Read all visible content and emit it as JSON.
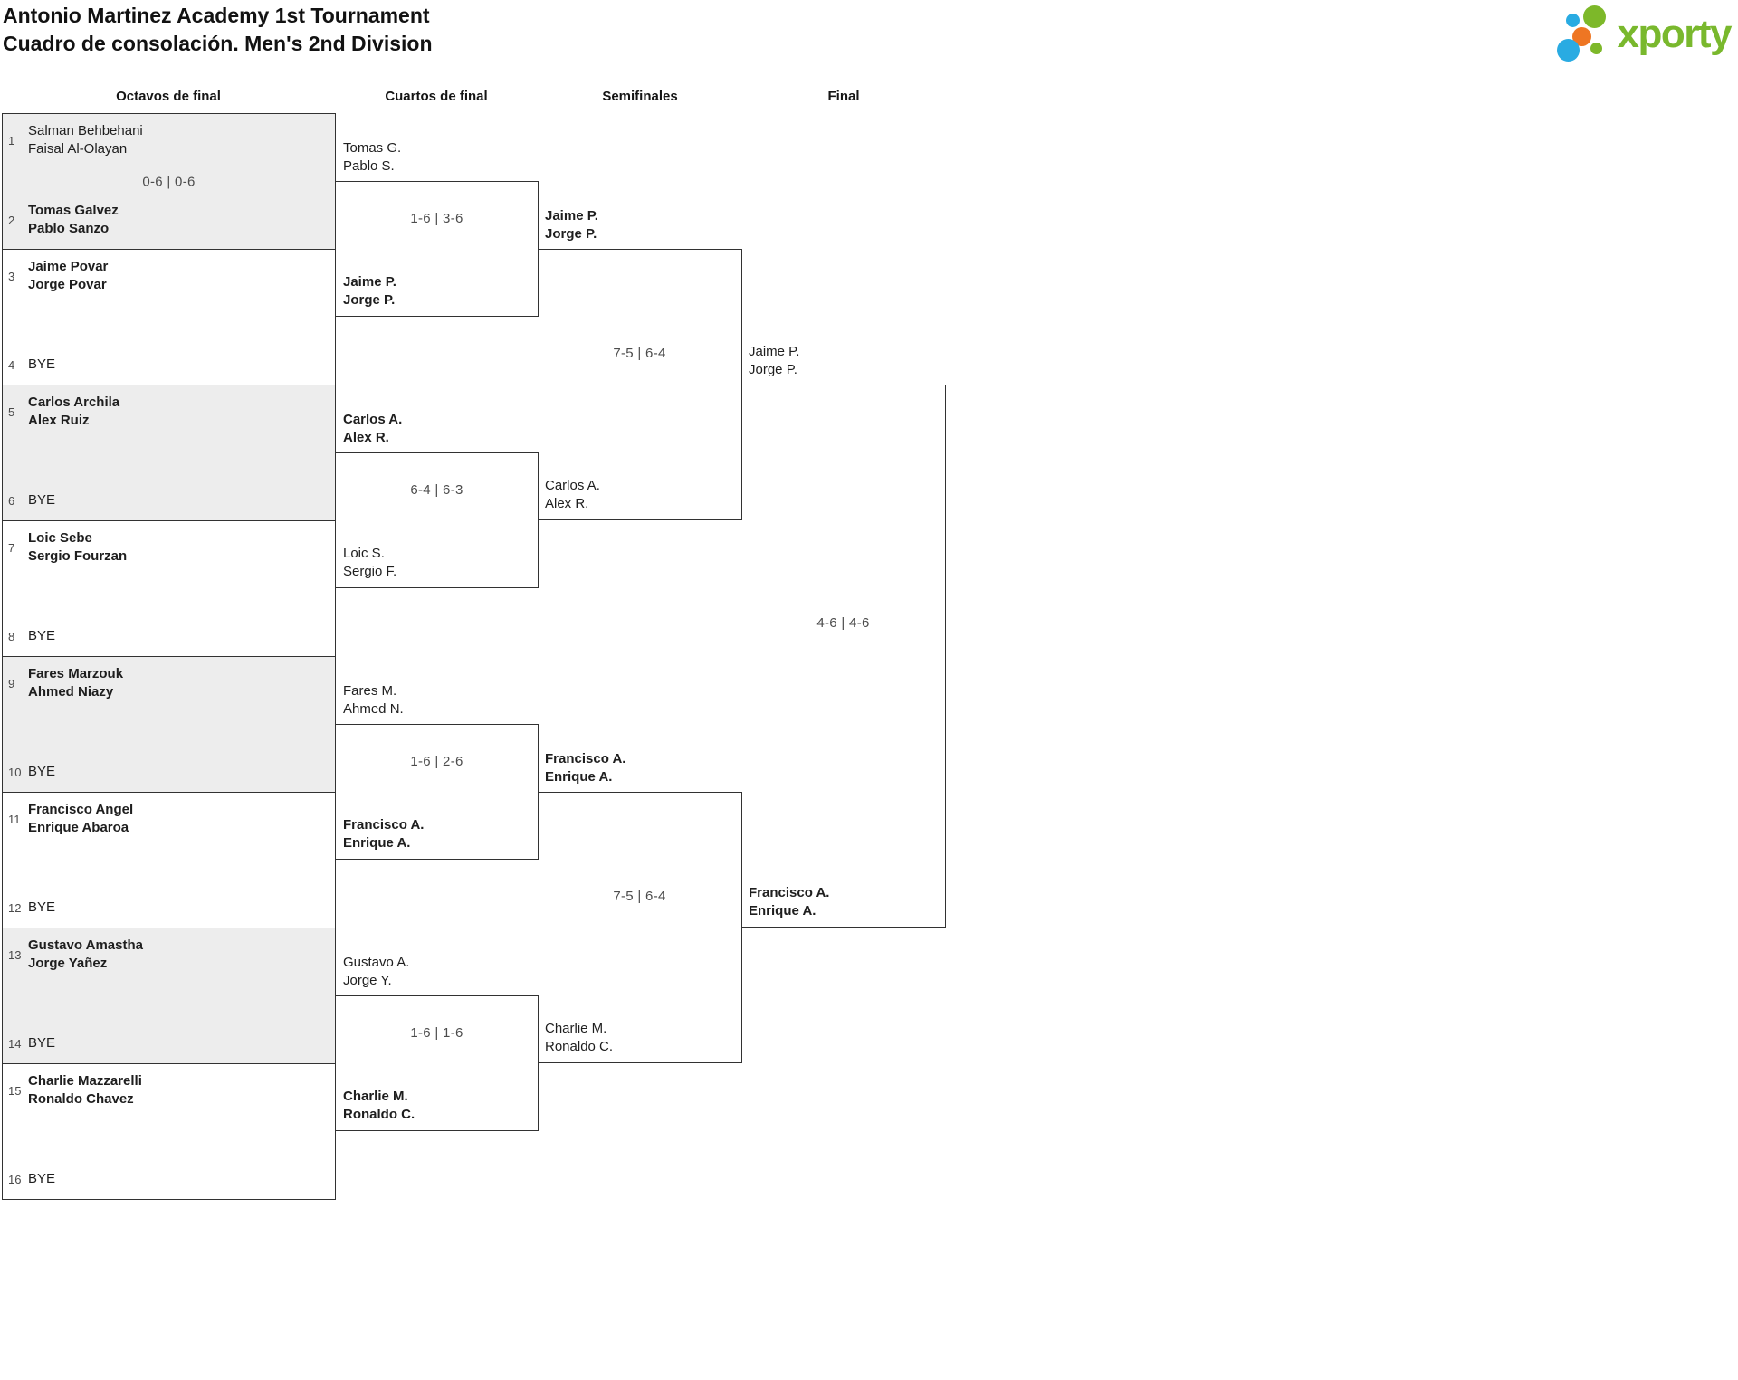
{
  "header": {
    "title_line1": "Antonio Martinez Academy 1st Tournament",
    "title_line2": "Cuadro de consolación. Men's 2nd Division",
    "logo_text": "xporty",
    "logo_icon": "dots-cluster-icon"
  },
  "brand_colors": {
    "green": "#79b82d",
    "blue": "#29abe2",
    "orange": "#ee7623",
    "shaded_row_bg": "#ededed"
  },
  "rounds": [
    "Octavos de final",
    "Cuartos de final",
    "Semifinales",
    "Final"
  ],
  "r16": [
    {
      "shaded": true,
      "score": "0-6 | 0-6",
      "top": {
        "seed": "1",
        "line1": "Salman Behbehani",
        "line2": "Faisal Al-Olayan",
        "winner": false
      },
      "bottom": {
        "seed": "2",
        "line1": "Tomas Galvez",
        "line2": "Pablo Sanzo",
        "winner": true
      }
    },
    {
      "shaded": false,
      "top": {
        "seed": "3",
        "line1": "Jaime Povar",
        "line2": "Jorge Povar",
        "winner": true
      },
      "bottom": {
        "seed": "4",
        "line1": "BYE",
        "winner": false
      }
    },
    {
      "shaded": true,
      "top": {
        "seed": "5",
        "line1": "Carlos Archila",
        "line2": "Alex Ruiz",
        "winner": true
      },
      "bottom": {
        "seed": "6",
        "line1": "BYE",
        "winner": false
      }
    },
    {
      "shaded": false,
      "top": {
        "seed": "7",
        "line1": "Loic Sebe",
        "line2": "Sergio Fourzan",
        "winner": true
      },
      "bottom": {
        "seed": "8",
        "line1": "BYE",
        "winner": false
      }
    },
    {
      "shaded": true,
      "top": {
        "seed": "9",
        "line1": "Fares Marzouk",
        "line2": "Ahmed Niazy",
        "winner": true
      },
      "bottom": {
        "seed": "10",
        "line1": "BYE",
        "winner": false
      }
    },
    {
      "shaded": false,
      "top": {
        "seed": "11",
        "line1": "Francisco Angel",
        "line2": "Enrique Abaroa",
        "winner": true
      },
      "bottom": {
        "seed": "12",
        "line1": "BYE",
        "winner": false
      }
    },
    {
      "shaded": true,
      "top": {
        "seed": "13",
        "line1": "Gustavo Amastha",
        "line2": "Jorge Yañez",
        "winner": true
      },
      "bottom": {
        "seed": "14",
        "line1": "BYE",
        "winner": false
      }
    },
    {
      "shaded": false,
      "top": {
        "seed": "15",
        "line1": "Charlie Mazzarelli",
        "line2": "Ronaldo Chavez",
        "winner": true
      },
      "bottom": {
        "seed": "16",
        "line1": "BYE",
        "winner": false
      }
    }
  ],
  "qf": [
    {
      "score": "1-6 | 3-6",
      "top": {
        "line1": "Tomas G.",
        "line2": "Pablo S.",
        "winner": false
      },
      "bottom": {
        "line1": "Jaime P.",
        "line2": "Jorge P.",
        "winner": true
      }
    },
    {
      "score": "6-4 | 6-3",
      "top": {
        "line1": "Carlos A.",
        "line2": "Alex R.",
        "winner": true
      },
      "bottom": {
        "line1": "Loic S.",
        "line2": "Sergio F.",
        "winner": false
      }
    },
    {
      "score": "1-6 | 2-6",
      "top": {
        "line1": "Fares M.",
        "line2": "Ahmed N.",
        "winner": false
      },
      "bottom": {
        "line1": "Francisco A.",
        "line2": "Enrique A.",
        "winner": true
      }
    },
    {
      "score": "1-6 | 1-6",
      "top": {
        "line1": "Gustavo A.",
        "line2": "Jorge Y.",
        "winner": false
      },
      "bottom": {
        "line1": "Charlie M.",
        "line2": "Ronaldo C.",
        "winner": true
      }
    }
  ],
  "sf": [
    {
      "score": "7-5 | 6-4",
      "top": {
        "line1": "Jaime P.",
        "line2": "Jorge P.",
        "winner": true
      },
      "bottom": {
        "line1": "Carlos A.",
        "line2": "Alex R.",
        "winner": false
      }
    },
    {
      "score": "7-5 | 6-4",
      "top": {
        "line1": "Francisco A.",
        "line2": "Enrique A.",
        "winner": true
      },
      "bottom": {
        "line1": "Charlie M.",
        "line2": "Ronaldo C.",
        "winner": false
      }
    }
  ],
  "final": {
    "score": "4-6 | 4-6",
    "top": {
      "line1": "Jaime P.",
      "line2": "Jorge P.",
      "winner": false
    },
    "bottom": {
      "line1": "Francisco A.",
      "line2": "Enrique A.",
      "winner": true
    }
  }
}
